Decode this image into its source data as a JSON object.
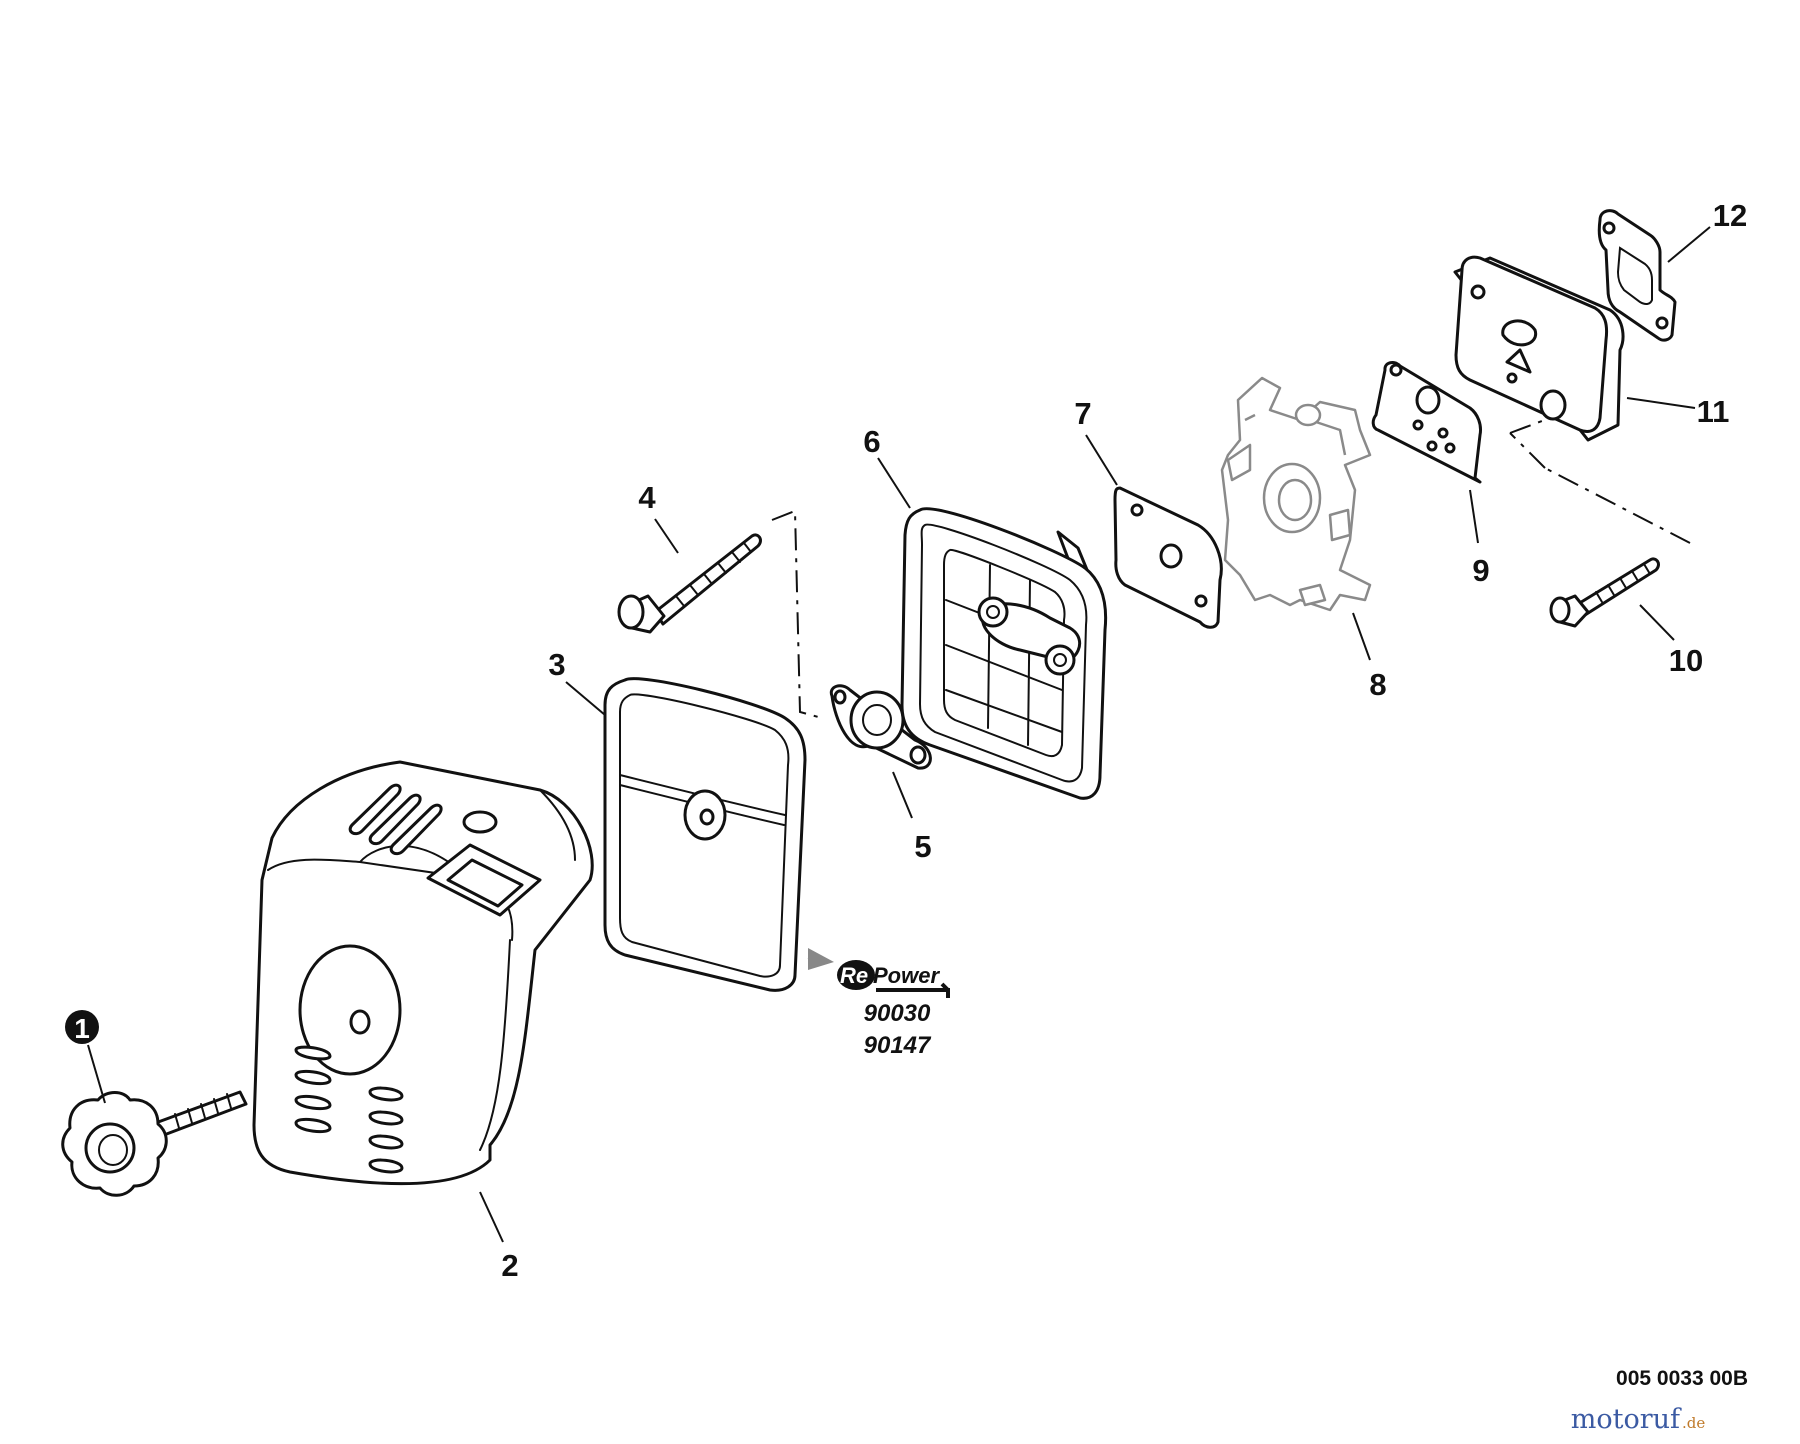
{
  "callouts": {
    "c1": "1",
    "c2": "2",
    "c3": "3",
    "c4": "4",
    "c5": "5",
    "c6": "6",
    "c7": "7",
    "c8": "8",
    "c9": "9",
    "c10": "10",
    "c11": "11",
    "c12": "12"
  },
  "repower": {
    "logo_prefix": "Re",
    "logo_text": "Power",
    "part_numbers": [
      "90030",
      "90147"
    ]
  },
  "diagram_code": "005 0033 00B",
  "watermark": {
    "name": "motoruf",
    "suffix": ".de",
    "name_color": "#3b5aa3",
    "suffix_color": "#c07a2a"
  },
  "icons": [
    "star-knob-icon",
    "filter-cover-icon",
    "air-filter-icon",
    "bolt-icon",
    "plate-icon",
    "filter-base-icon",
    "gasket-icon",
    "carburetor-icon",
    "insulator-icon",
    "repower-logo-icon"
  ]
}
